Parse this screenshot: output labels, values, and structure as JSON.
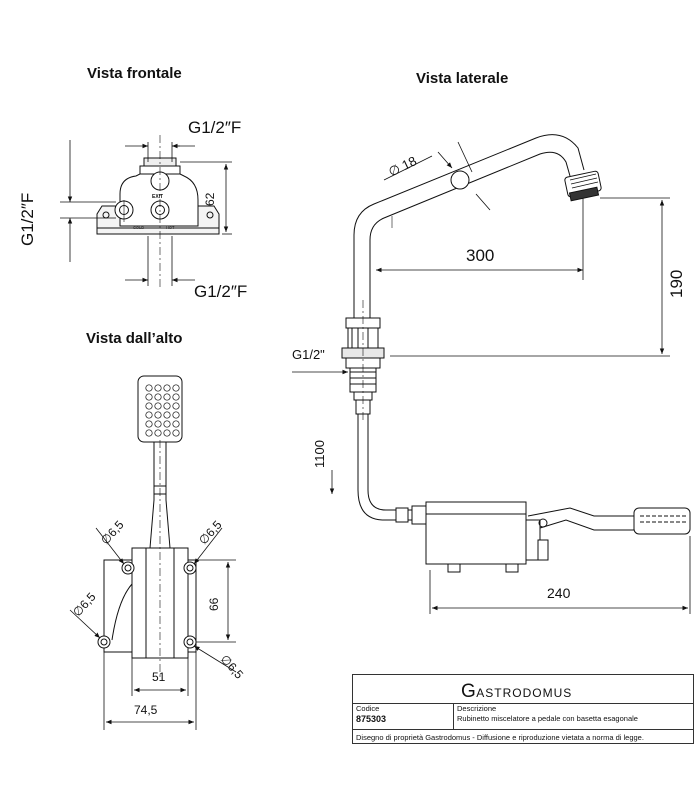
{
  "views": {
    "front": "Vista frontale",
    "side": "Vista laterale",
    "top": "Vista dall’alto"
  },
  "front_dims": {
    "inlet_top": "G1/2″F",
    "inlet_bottom": "G1/2″F",
    "inlet_left": "G1/2″F",
    "height": "62",
    "exit_label": "EXIT",
    "port_cold": "COLD",
    "port_hot": "HOT"
  },
  "side_dims": {
    "pipe_dia": "∅ 18",
    "reach": "300",
    "spout_height": "190",
    "connection": "G1/2\"",
    "hose_length": "1100",
    "pedal_length": "240"
  },
  "top_dims": {
    "hole_tl": "∅6,5",
    "hole_tr": "∅6,5",
    "hole_bl": "∅6,5",
    "hole_br": "∅6,5",
    "depth": "66",
    "inner_width": "51",
    "outer_width": "74,5"
  },
  "title_block": {
    "brand": "Gastrodomus",
    "code_label": "Codice",
    "code_value": "875303",
    "desc_label": "Descrizione",
    "desc_value": "Rubinetto miscelatore a pedale con basetta esagonale",
    "footer": "Disegno di proprietà Gastrodomus - Diffusione e riproduzione vietata a norma di legge."
  }
}
